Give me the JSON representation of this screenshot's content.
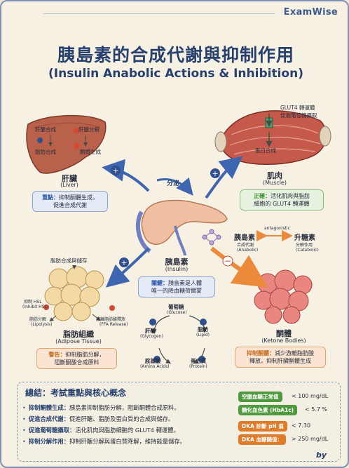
{
  "brand": "ExamWise",
  "title": "胰島素的合成代謝與抑制作用",
  "subtitle": "(Insulin Anabolic Actions & Inhibition)",
  "center": {
    "name": "胰島素",
    "en": "(Insulin)",
    "secrete": "分泌",
    "box_label": "關鍵：",
    "box_text1": "胰島素是人體",
    "box_text2": "唯一的降血糖荷爾蒙"
  },
  "liver": {
    "name": "肝臟",
    "en": "(Liver)",
    "inner": {
      "gluconeo": "肝醣合成",
      "glyco_break": "肝醣分解",
      "fat_synth": "脂肪合成",
      "ketone": "酮體生成"
    },
    "box_label": "重點：",
    "box_text1": "抑制酮體生成，",
    "box_text2": "促進合成代謝"
  },
  "muscle": {
    "name": "肌肉",
    "en": "(Muscle)",
    "glut4_1": "GLUT4 轉運體",
    "glut4_2": "促進葡萄糖攝取",
    "protein": "蛋白合成",
    "box_label": "正確：",
    "box_text1": "活化肌肉與脂肪",
    "box_text2": "細胞的 GLUT4 轉運體"
  },
  "adipose": {
    "name": "脂肪組織",
    "en": "(Adipose Tissue)",
    "top": "脂肪合成與儲存",
    "hsl1": "抑制 HSL",
    "hsl2": "(Inhibit HSL)",
    "lipo1": "脂肪分解",
    "lipo2": "(Lipolysis)",
    "ffa1": "游離脂肪酸釋放",
    "ffa2": "(FFA Release)",
    "box_label": "警告：",
    "box_text1": "抑制脂肪分解，",
    "box_text2": "阻斷酮酸合成原料"
  },
  "ketone": {
    "name": "酮體",
    "en": "(Ketone Bodies)",
    "box_label": "抑制酮體：",
    "box_text1": "減少游離脂肪酸",
    "box_text2": "釋放，抑制肝臟酮體生成"
  },
  "antagonism": {
    "label": "antagonistic",
    "ana": "胰島素",
    "ana2": "合成代謝",
    "ana3": "(Anabolic)",
    "cata": "升糖素",
    "cata2": "分解作用",
    "cata3": "(Catabolic)"
  },
  "cycle": {
    "glucose": "葡萄糖",
    "glucose_en": "(Glucose)",
    "glycogen": "肝醣",
    "glycogen_en": "(Glycogen)",
    "lipid": "脂肪",
    "lipid_en": "(Lipid)",
    "amino": "胺基酸",
    "amino_en": "(Amino Acids)",
    "protein": "蛋白質",
    "protein_en": "(Protein)"
  },
  "summary": {
    "title": "總結：考試重點與核心概念",
    "lines": [
      {
        "key": "抑制酮體生成：",
        "text": "胰島素抑制脂肪分解，阻斷酮體合成原料。"
      },
      {
        "key": "促進合成代謝：",
        "text": "促進肝醣、脂肪及蛋白質的合成與儲存。"
      },
      {
        "key": "促進葡萄糖攝取：",
        "text": "活化肌肉與脂肪細胞的 GLUT4 轉運體。"
      },
      {
        "key": "抑制分解作用：",
        "text": "抑制肝醣分解與蛋白質降解，維持能量儲存。"
      }
    ],
    "tags": [
      {
        "label": "空腹血糖正常值",
        "value": "< 100 mg/dL",
        "color": "#4f9a3e"
      },
      {
        "label": "糖化血色素 (HbA1c)",
        "value": "< 5.7 %",
        "color": "#4f9a3e"
      },
      {
        "label": "DKA 診斷 pH 值",
        "value": "< 7.30",
        "color": "#e07b2a"
      },
      {
        "label": "DKA 血糖閾值：",
        "value": "> 250 mg/dL",
        "color": "#e07b2a"
      }
    ]
  },
  "signature": "by",
  "colors": {
    "blue_arrow": "#3e66b0",
    "orange_arrow": "#ea8a3a",
    "plus": "#2f4f8f",
    "minus": "#d8482f"
  }
}
